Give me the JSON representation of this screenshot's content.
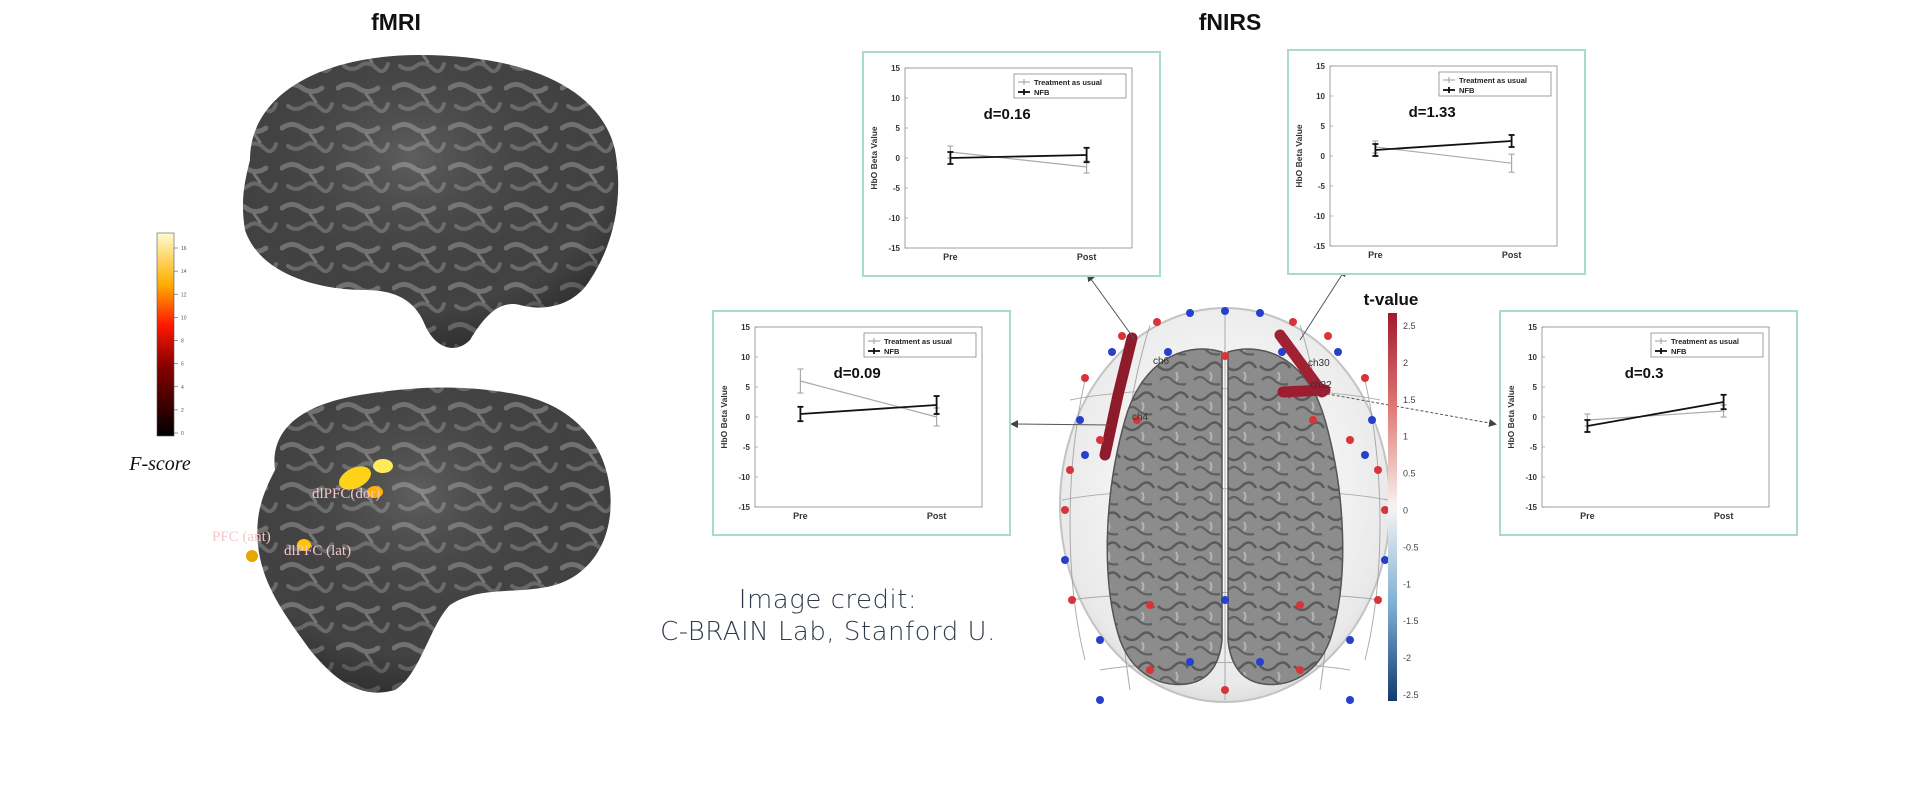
{
  "headings": {
    "fmri": "fMRI",
    "fnirs": "fNIRS"
  },
  "fmri": {
    "colorbar_label": "F-score",
    "colorbar_ticks": [
      "16",
      "14",
      "12",
      "10",
      "8",
      "6",
      "4",
      "2",
      "0"
    ],
    "region_labels": [
      "dlPFC(dor)",
      "dlPFC (lat)",
      "PFC (ant)"
    ]
  },
  "fnirs": {
    "tvalue_title": "t-value",
    "tvalue_ticks": [
      "2.5",
      "2",
      "1.5",
      "1",
      "0.5",
      "0",
      "-0.5",
      "-1",
      "-1.5",
      "-2",
      "-2.5"
    ],
    "channel_labels": [
      "ch6",
      "ch30",
      "ch32",
      "ch4"
    ]
  },
  "chart_data": [
    {
      "type": "line",
      "panel": "top-left",
      "annotation": "d=0.16",
      "ylabel": "HbO Beta Value",
      "ylim": [
        -15,
        15
      ],
      "yticks": [
        15,
        10,
        5,
        0,
        -5,
        -10,
        -15
      ],
      "categories": [
        "Pre",
        "Post"
      ],
      "series": [
        {
          "name": "Treatment as usual",
          "values": [
            1.0,
            -1.5
          ],
          "error": [
            1.0,
            1.0
          ]
        },
        {
          "name": "NFB",
          "values": [
            0.0,
            0.5
          ],
          "error": [
            1.0,
            1.2
          ]
        }
      ]
    },
    {
      "type": "line",
      "panel": "top-right",
      "annotation": "d=1.33",
      "ylabel": "HbO Beta Value",
      "ylim": [
        -15,
        15
      ],
      "yticks": [
        15,
        10,
        5,
        0,
        -5,
        -10,
        -15
      ],
      "categories": [
        "Pre",
        "Post"
      ],
      "series": [
        {
          "name": "Treatment as usual",
          "values": [
            1.5,
            -1.2
          ],
          "error": [
            1.0,
            1.5
          ]
        },
        {
          "name": "NFB",
          "values": [
            1.0,
            2.5
          ],
          "error": [
            1.0,
            1.0
          ]
        }
      ]
    },
    {
      "type": "line",
      "panel": "middle-left",
      "annotation": "d=0.09",
      "ylabel": "HbO Beta Value",
      "ylim": [
        -15,
        15
      ],
      "yticks": [
        15,
        10,
        5,
        0,
        -5,
        -10,
        -15
      ],
      "categories": [
        "Pre",
        "Post"
      ],
      "series": [
        {
          "name": "Treatment as usual",
          "values": [
            6.0,
            0.0
          ],
          "error": [
            2.0,
            1.5
          ]
        },
        {
          "name": "NFB",
          "values": [
            0.5,
            2.0
          ],
          "error": [
            1.2,
            1.5
          ]
        }
      ]
    },
    {
      "type": "line",
      "panel": "middle-right",
      "annotation": "d=0.3",
      "ylabel": "HbO Beta Value",
      "ylim": [
        -15,
        15
      ],
      "yticks": [
        15,
        10,
        5,
        0,
        -5,
        -10,
        -15
      ],
      "categories": [
        "Pre",
        "Post"
      ],
      "series": [
        {
          "name": "Treatment as usual",
          "values": [
            -0.5,
            1.0
          ],
          "error": [
            1.0,
            1.0
          ]
        },
        {
          "name": "NFB",
          "values": [
            -1.5,
            2.5
          ],
          "error": [
            1.0,
            1.2
          ]
        }
      ]
    }
  ],
  "credit": {
    "line1": "Image credit:",
    "line2": "C-BRAIN Lab, Stanford U."
  },
  "colors": {
    "panel_border": "#a8dcc4",
    "brain_dark": "#3c3c3c",
    "brain_light": "#707070",
    "activation": "#ffd21a",
    "channel_red": "#8e1b2b",
    "tvalue_high": "#b2182b",
    "tvalue_low": "#2166ac"
  }
}
